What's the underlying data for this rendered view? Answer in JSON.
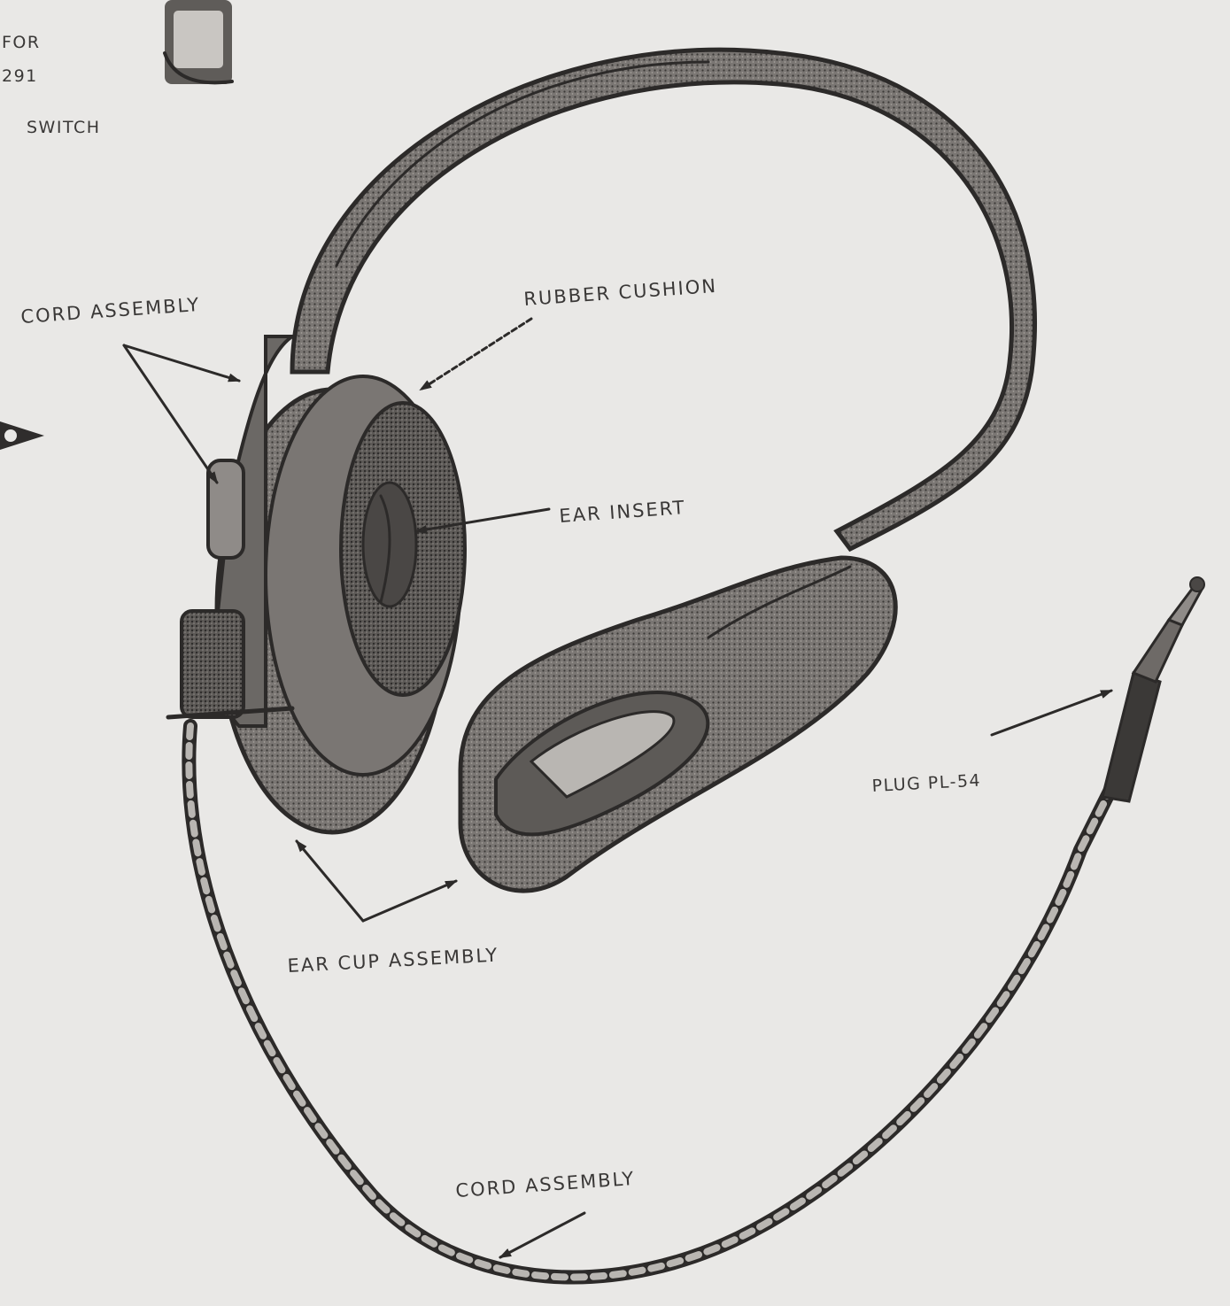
{
  "labels": {
    "top_partial_1": "FOR",
    "top_partial_2": "291",
    "switch_partial": "SWITCH",
    "cord_assembly_top": "CORD ASSEMBLY",
    "rubber_cushion": "RUBBER CUSHION",
    "ear_insert": "EAR INSERT",
    "plug": "PLUG PL-54",
    "ear_cup_assembly": "EAR CUP ASSEMBLY",
    "cord_assembly_bottom": "CORD ASSEMBLY"
  },
  "colors": {
    "paper": "#e9e8e6",
    "ink": "#2c2a29"
  }
}
